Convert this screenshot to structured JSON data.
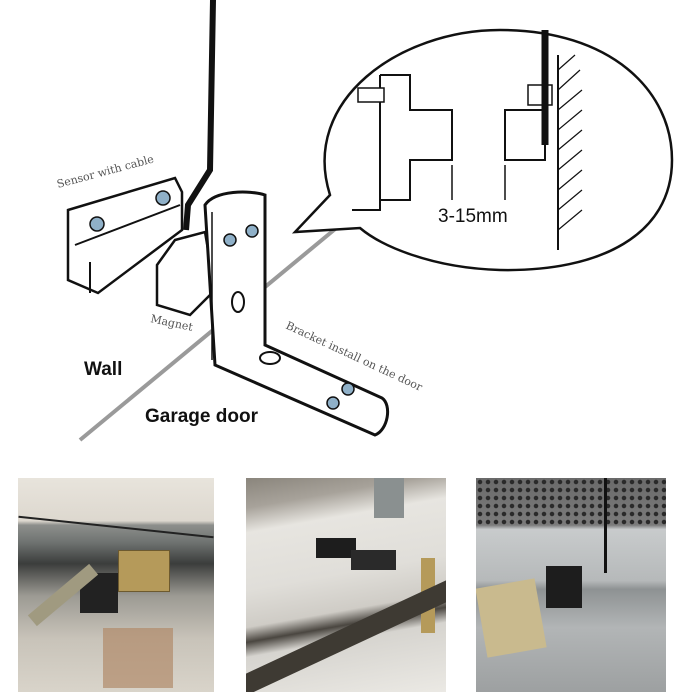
{
  "diagram": {
    "labels": {
      "sensor": "Sensor with cable",
      "magnet": "Magnet",
      "bracket": "Bracket install on the door",
      "wall": "Wall",
      "garage_door": "Garage door",
      "gap": "3-15mm"
    }
  },
  "photos": [
    {
      "name": "install-photo-1"
    },
    {
      "name": "install-photo-2"
    },
    {
      "name": "install-photo-3"
    }
  ]
}
